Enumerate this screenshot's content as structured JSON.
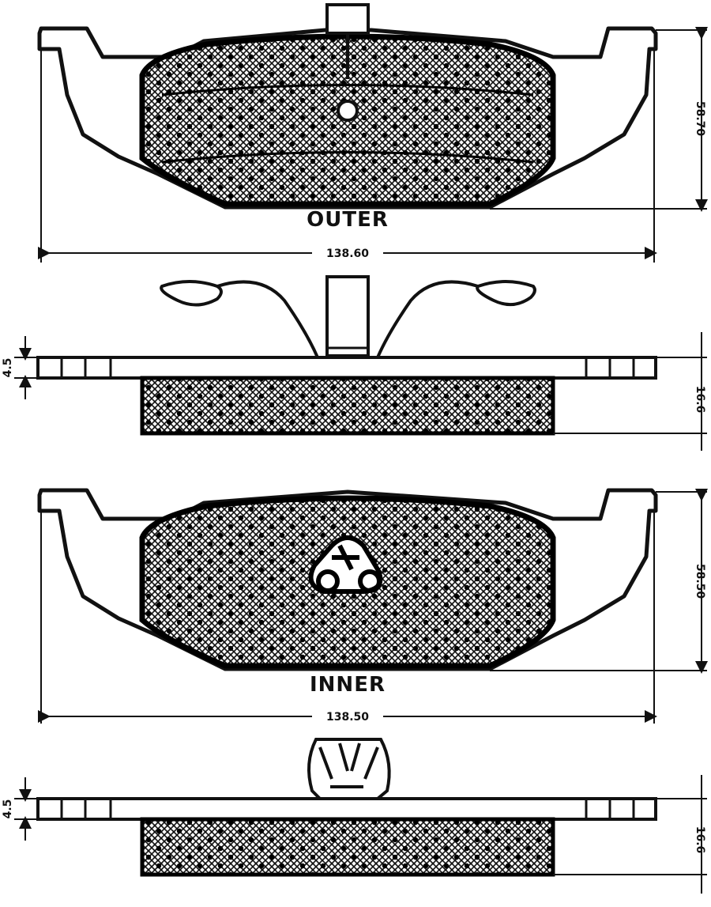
{
  "outer": {
    "label": "OUTER",
    "width_dim": "138.60",
    "height_dim": "58.70",
    "plate_thickness_dim": "4.5",
    "total_thickness_dim": "16.6"
  },
  "inner": {
    "label": "INNER",
    "width_dim": "138.50",
    "height_dim": "58.50",
    "plate_thickness_dim": "4.5",
    "total_thickness_dim": "16.6"
  },
  "colors": {
    "line": "#111111",
    "background": "#ffffff",
    "friction_hatch": "#111111"
  }
}
